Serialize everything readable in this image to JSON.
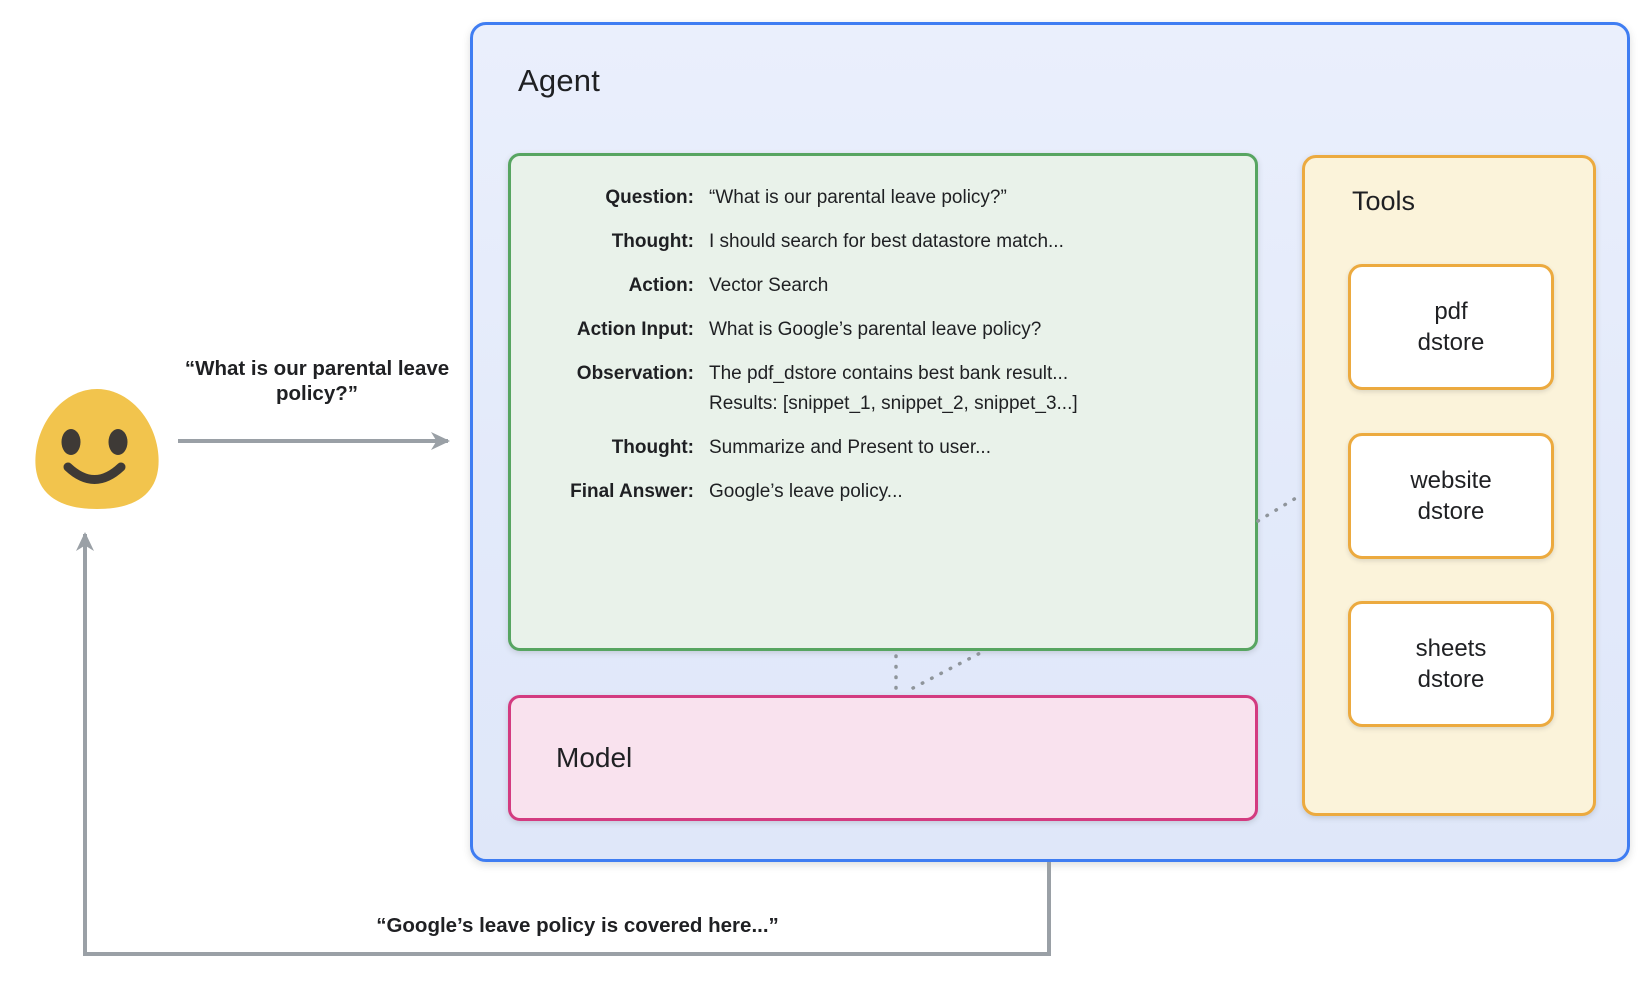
{
  "labels": {
    "request": "“What is our parental leave policy?”",
    "response": "“Google’s leave policy is covered here...”"
  },
  "user": {
    "icon": "smiling-blob-emoji"
  },
  "agent": {
    "title": "Agent",
    "scratchpad": {
      "rows": [
        {
          "label": "Question:",
          "value": "“What is our parental leave policy?”"
        },
        {
          "label": "Thought:",
          "value": "I should search for best datastore match..."
        },
        {
          "label": "Action:",
          "value": "Vector Search"
        },
        {
          "label": "Action Input:",
          "value": "What is Google’s parental leave policy?"
        },
        {
          "label": "Observation:",
          "value": "The pdf_dstore contains best bank result...",
          "value2": "Results: [snippet_1, snippet_2, snippet_3...]"
        },
        {
          "label": "Thought:",
          "value": "Summarize and Present to user..."
        },
        {
          "label": "Final Answer:",
          "value": "Google’s leave policy..."
        }
      ]
    },
    "model": {
      "title": "Model"
    },
    "tools": {
      "title": "Tools",
      "items": [
        {
          "line1": "pdf",
          "line2": "dstore"
        },
        {
          "line1": "website",
          "line2": "dstore"
        },
        {
          "line1": "sheets",
          "line2": "dstore"
        }
      ]
    }
  },
  "colors": {
    "agent_border": "#3f7df2",
    "agent_fill": "#e6ecfa",
    "scratchpad_border": "#57a561",
    "scratchpad_fill": "#e9f2ea",
    "model_border": "#d33b80",
    "model_fill": "#f9e2ee",
    "tools_border": "#ecaa3f",
    "tools_fill": "#fbf3da",
    "tool_item_fill": "#ffffff",
    "arrow_gray": "#9aa0a6",
    "dotted_gray": "#8f959b",
    "face_yellow": "#f2c44d",
    "face_features": "#3e3a36",
    "text": "#1f2023"
  }
}
